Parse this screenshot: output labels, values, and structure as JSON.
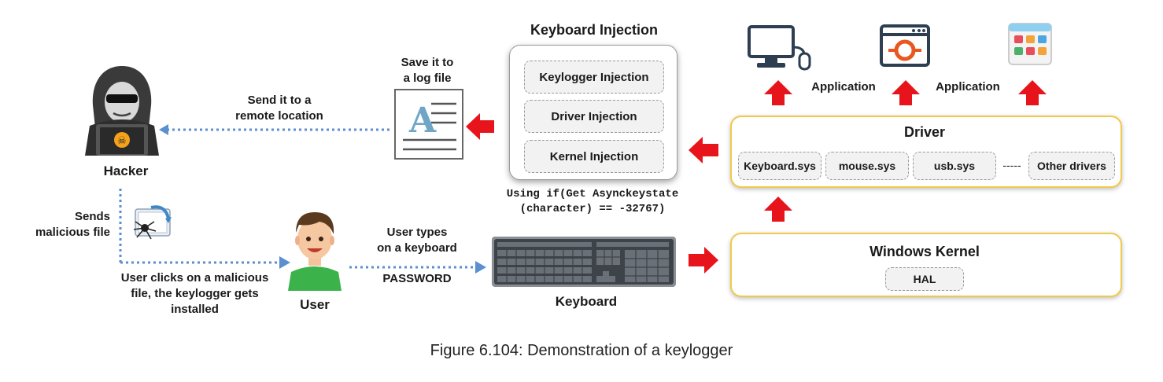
{
  "hacker": {
    "label": "Hacker"
  },
  "send_remote": {
    "line1": "Send it to a",
    "line2": "remote location"
  },
  "save_log": {
    "line1": "Save it to",
    "line2": "a log file"
  },
  "keyboard_injection": {
    "title": "Keyboard Injection",
    "items": [
      "Keylogger Injection",
      "Driver Injection",
      "Kernel Injection"
    ]
  },
  "code_note": {
    "line1": "Using if(Get Asynckeystate",
    "line2": "(character) == -32767)"
  },
  "applications": [
    "Application",
    "Application"
  ],
  "driver": {
    "title": "Driver",
    "items": [
      "Keyboard.sys",
      "mouse.sys",
      "usb.sys",
      "Other drivers"
    ],
    "separator": "-----"
  },
  "windows_kernel": {
    "title": "Windows Kernel",
    "hal": "HAL"
  },
  "sends_file": {
    "line1": "Sends",
    "line2": "malicious file"
  },
  "user_clicks": {
    "line1": "User clicks on a malicious",
    "line2": "file, the keylogger gets",
    "line3": "installed"
  },
  "user": {
    "label": "User"
  },
  "user_types": {
    "line1": "User types",
    "line2": "on a keyboard",
    "line3": "PASSWORD"
  },
  "keyboard": {
    "label": "Keyboard"
  },
  "caption": "Figure 6.104: Demonstration of a keylogger",
  "colors": {
    "arrow": "#e8141b",
    "dotted": "#5b8fd0",
    "panel_border": "#f0c94a",
    "chip_bg": "#f2f2f2"
  }
}
